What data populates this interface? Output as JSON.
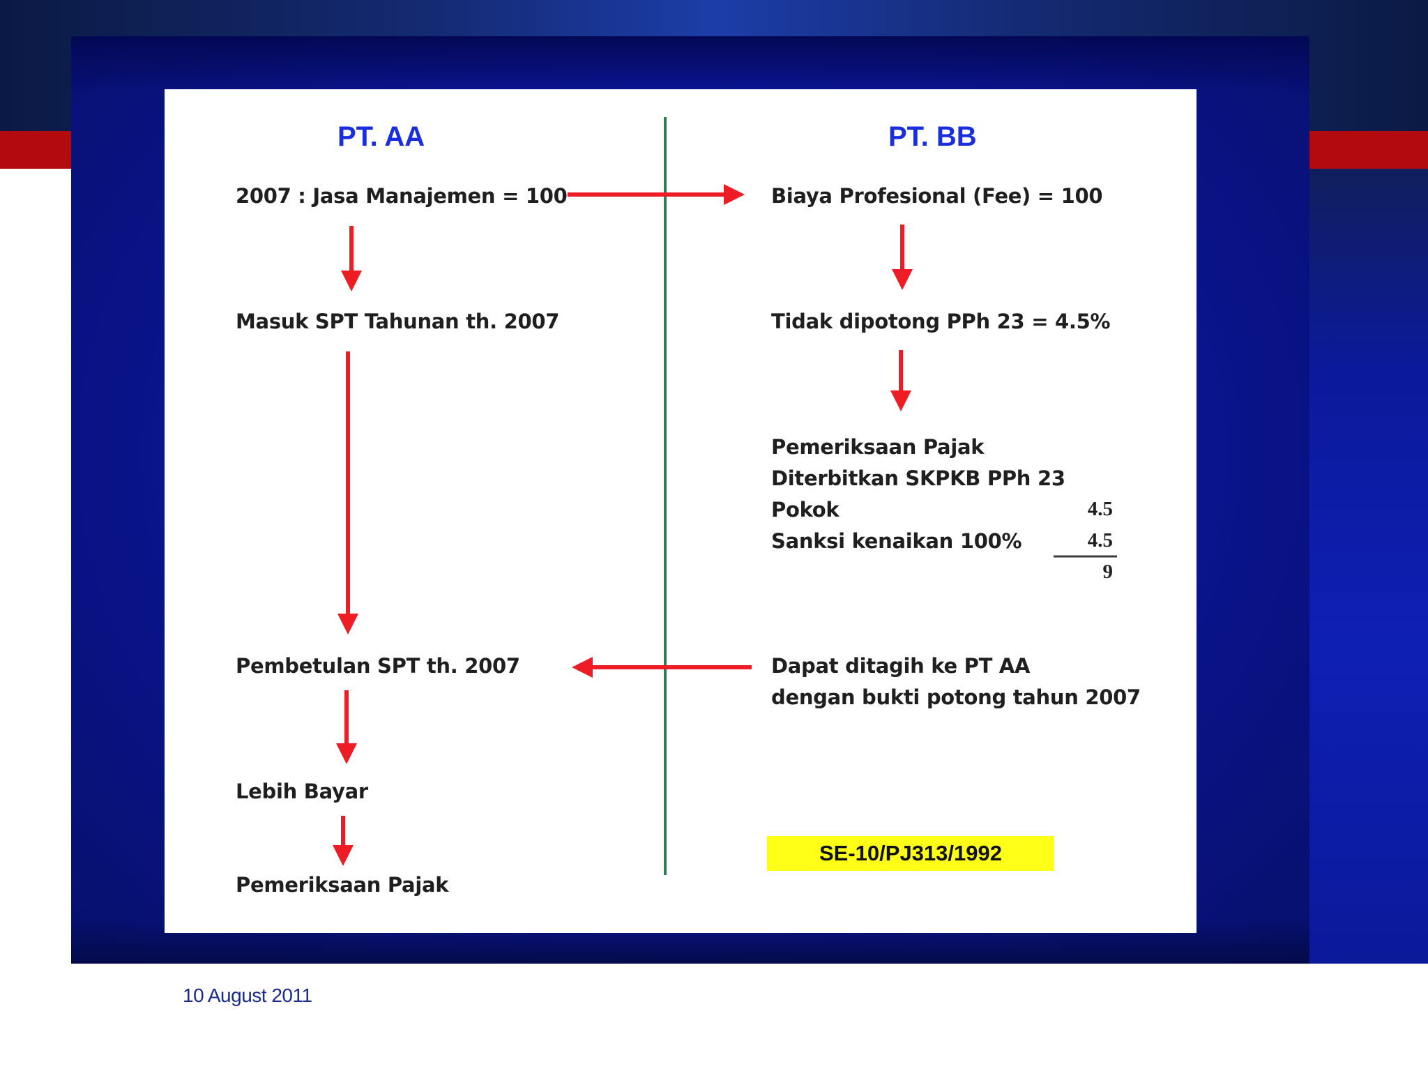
{
  "left": {
    "heading": "PT. AA",
    "steps": [
      "2007 : Jasa Manajemen = 100",
      "Masuk SPT Tahunan th. 2007",
      "Pembetulan SPT th. 2007",
      "Lebih Bayar",
      "Pemeriksaan Pajak"
    ]
  },
  "right": {
    "heading": "PT. BB",
    "steps": [
      "Biaya Profesional (Fee) = 100",
      "Tidak dipotong PPh 23 = 4.5%"
    ],
    "audit": {
      "line1": "Pemeriksaan Pajak",
      "line2": "Diterbitkan SKPKB PPh 23",
      "pokok_label": "Pokok",
      "pokok_value": "4.5",
      "sanksi_label": "Sanksi kenaikan 100%",
      "sanksi_value": "4.5",
      "total_value": "9"
    },
    "claim": {
      "line1": "Dapat ditagih ke PT AA",
      "line2": "dengan bukti potong tahun 2007"
    },
    "reference": "SE-10/PJ313/1992"
  },
  "footer": {
    "date": "10 August 2011"
  },
  "colors": {
    "arrow": "#ee1c25",
    "divider": "#2e7d4f",
    "heading": "#1a2ee0",
    "highlight": "#ffff17"
  }
}
